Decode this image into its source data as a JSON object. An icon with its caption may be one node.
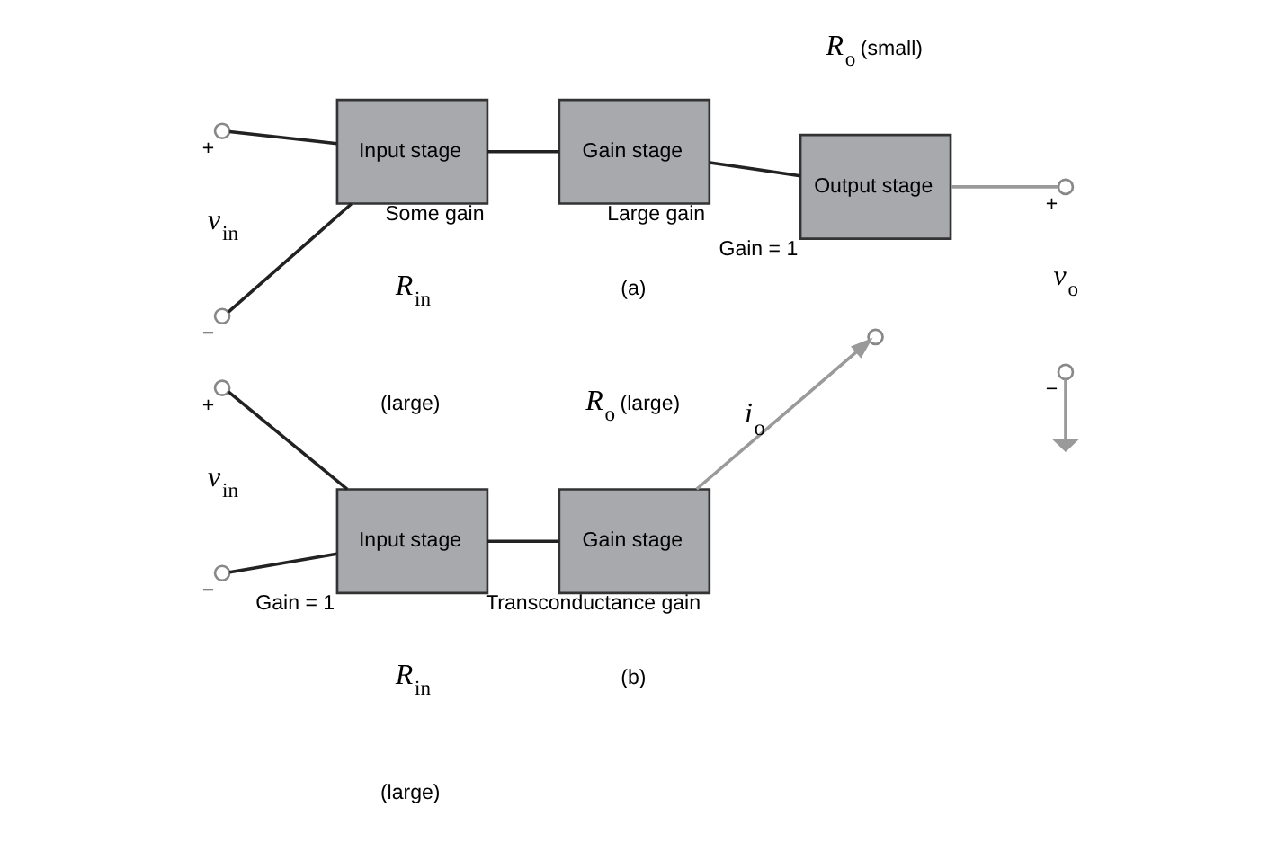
{
  "diagram": {
    "nodes": [
      {
        "text": [],
        "shape": "circle",
        "beside": [
          "+"
        ]
      },
      {
        "text": [],
        "shape": "circle",
        "beside": [
          "−"
        ]
      },
      {
        "text": [
          "Input stage"
        ],
        "beside": [
          "Some gain"
        ]
      },
      {
        "text": [
          "Gain stage"
        ],
        "beside": [
          "Large gain"
        ]
      },
      {
        "text": [
          "Output stage"
        ],
        "beside": [
          "Gain = 1"
        ]
      },
      {
        "text": [],
        "shape": "circle",
        "beside": [
          "+"
        ]
      },
      {
        "text": [],
        "shape": "circle",
        "beside": [
          "−"
        ]
      },
      {
        "text": [],
        "shape": "ground"
      },
      {
        "text": [],
        "shape": "circle",
        "beside": [
          "+"
        ]
      },
      {
        "text": [],
        "shape": "circle",
        "beside": [
          "−"
        ]
      },
      {
        "text": [
          "Input stage"
        ],
        "beside": [
          "Gain = 1"
        ]
      },
      {
        "text": [
          "Gain stage"
        ],
        "beside": [
          "Transconductance gain"
        ]
      },
      {
        "text": [],
        "shape": "circle"
      }
    ],
    "edges": [
      {
        "from": 0,
        "to": 2,
        "arrow": "none"
      },
      {
        "from": 1,
        "to": 2,
        "arrow": "none"
      },
      {
        "from": 2,
        "to": 3,
        "arrow": "none"
      },
      {
        "from": 3,
        "to": 4,
        "arrow": "none"
      },
      {
        "from": 4,
        "to": 5,
        "arrow": "none",
        "color": "#9a9a9a"
      },
      {
        "from": 6,
        "to": 7,
        "arrow": "none",
        "color": "#9a9a9a"
      },
      {
        "from": 8,
        "to": 10,
        "arrow": "none"
      },
      {
        "from": 9,
        "to": 10,
        "arrow": "none"
      },
      {
        "from": 10,
        "to": 11,
        "arrow": "none"
      },
      {
        "from": 11,
        "to": 12,
        "arrow": "to",
        "label": "*i*$_{o}$",
        "color": "#9a9a9a"
      }
    ],
    "labels": [
      "*v*$_{in}$",
      "*R*$_{in}$",
      "(large)",
      "*R*$_{o}$ (small)",
      "*v*$_{o}$",
      "(a)",
      "*v*$_{in}$",
      "*R*$_{in}$",
      "(large)",
      "*R*$_{o}$ (large)",
      "(b)"
    ]
  }
}
